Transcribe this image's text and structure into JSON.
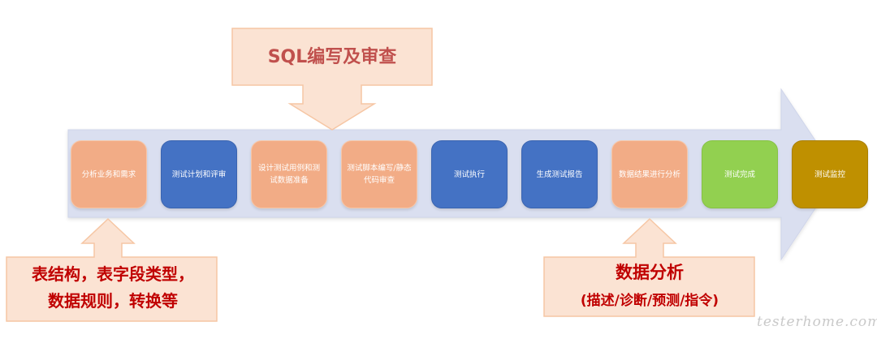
{
  "callouts": {
    "top": "SQL编写及审查",
    "bottom_left": [
      "表结构，表字段类型，",
      "数据规则，转换等"
    ],
    "bottom_right_title": "数据分析",
    "bottom_right_sub": "(描述/诊断/预测/指令)"
  },
  "steps": [
    {
      "label": "分析业务和需求",
      "color": "orange"
    },
    {
      "label": "测试计划和评审",
      "color": "blue"
    },
    {
      "label": "设计测试用例和测试数据准备",
      "color": "orange"
    },
    {
      "label": "测试脚本编写/静态代码审查",
      "color": "orange"
    },
    {
      "label": "测试执行",
      "color": "blue"
    },
    {
      "label": "生成测试报告",
      "color": "blue"
    },
    {
      "label": "数据结果进行分析",
      "color": "orange"
    },
    {
      "label": "测试完成",
      "color": "green"
    },
    {
      "label": "测试监控",
      "color": "gold"
    }
  ],
  "watermark": "testerhome.com",
  "colors": {
    "arrow": "#dadff0",
    "callout_fill": "#fbe3d3",
    "callout_border": "#f6c6a4",
    "orange": "#f2ac86",
    "blue": "#4472c4",
    "green": "#92d050",
    "gold": "#bf9000",
    "callout_text": "#c00000"
  }
}
